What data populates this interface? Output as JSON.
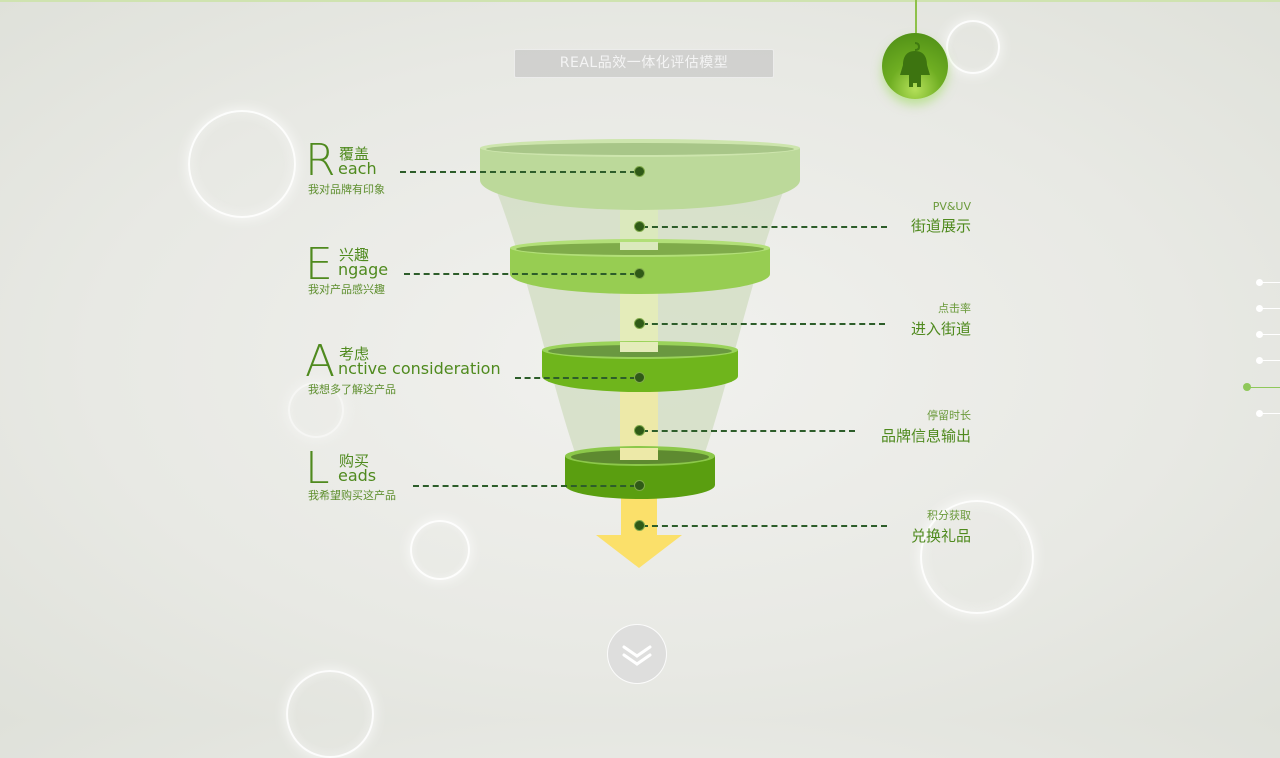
{
  "title": "REAL品效一体化评估模型",
  "stages": [
    {
      "letter": "R",
      "cn": "覆盖",
      "en": "each",
      "desc": "我对品牌有印象"
    },
    {
      "letter": "E",
      "cn": "兴趣",
      "en": "ngage",
      "desc": "我对产品感兴趣"
    },
    {
      "letter": "A",
      "cn": "考虑",
      "en": "nctive consideration",
      "desc": "我想多了解这产品"
    },
    {
      "letter": "L",
      "cn": "购买",
      "en": "eads",
      "desc": "我希望购买这产品"
    }
  ],
  "metrics": [
    {
      "metric": "PV&UV",
      "action": "街道展示"
    },
    {
      "metric": "点击率",
      "action": "进入街道"
    },
    {
      "metric": "停留时长",
      "action": "品牌信息输出"
    },
    {
      "metric": "积分获取",
      "action": "兑换礼品"
    }
  ],
  "colors": {
    "text_green": "#4f8a1e",
    "ring1": "#bcd99a",
    "ring2": "#97cd52",
    "ring3": "#6fb51c",
    "ring4": "#5a9e10",
    "arrow": "#fbe06a",
    "dash": "#2d5d2a"
  },
  "nav": {
    "count": 6,
    "active_index": 4
  },
  "icons": {
    "mascot": "bell-mascot-icon",
    "scroll_down": "chevron-double-down-icon"
  }
}
